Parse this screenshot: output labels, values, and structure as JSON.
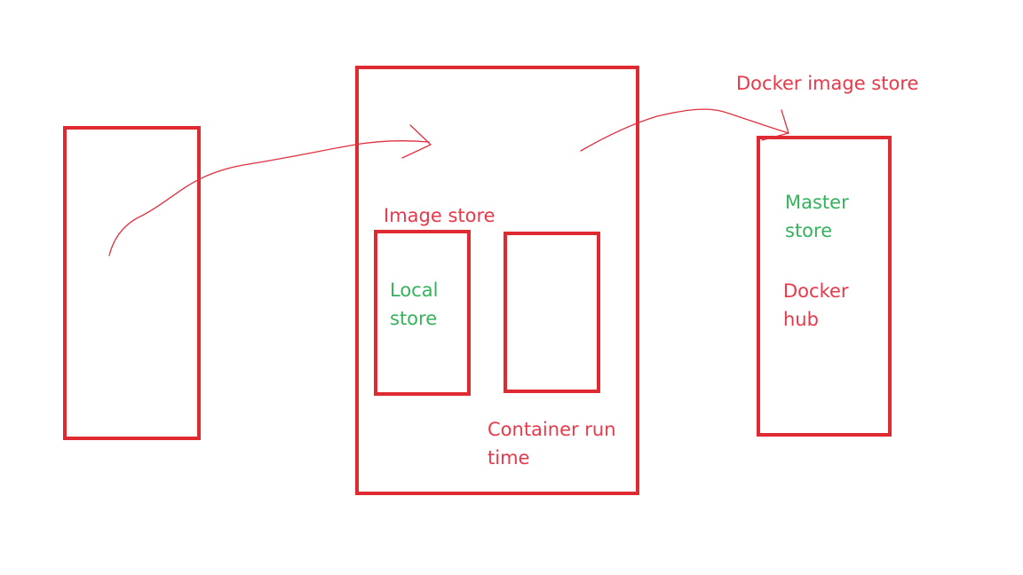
{
  "colors": {
    "box_stroke": "#e02a32",
    "red_text": "#e8394a",
    "green_text": "#35b35c",
    "arrow": "#e03040"
  },
  "labels": {
    "docker_image_store": "Docker image store",
    "image_store": "Image store",
    "local_store_line1": "Local",
    "local_store_line2": "store",
    "container_runtime_line1": "Container run",
    "container_runtime_line2": "time",
    "master_store_line1": "Master",
    "master_store_line2": "store",
    "docker_hub_line1": "Docker",
    "docker_hub_line2": "hub"
  }
}
